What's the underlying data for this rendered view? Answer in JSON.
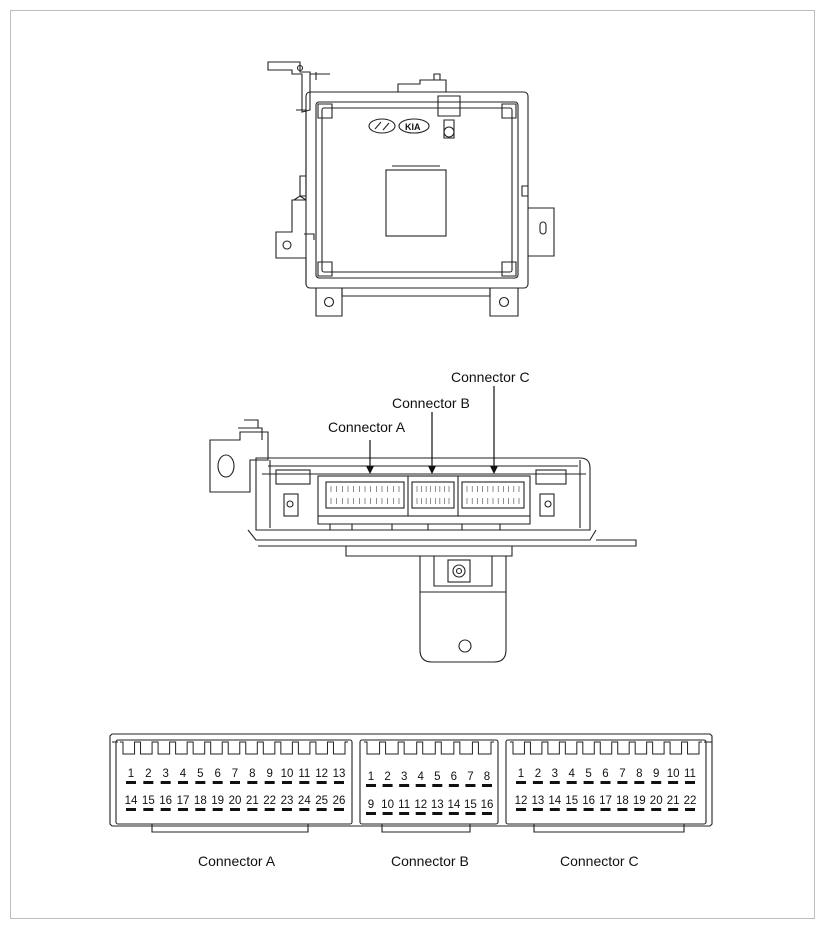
{
  "top_callouts": {
    "connector_a": "Connector A",
    "connector_b": "Connector B",
    "connector_c": "Connector C"
  },
  "bottom_labels": {
    "connector_a": "Connector A",
    "connector_b": "Connector B",
    "connector_c": "Connector C"
  },
  "connector_a": {
    "row1": [
      "1",
      "2",
      "3",
      "4",
      "5",
      "6",
      "7",
      "8",
      "9",
      "10",
      "11",
      "12",
      "13"
    ],
    "row2": [
      "14",
      "15",
      "16",
      "17",
      "18",
      "19",
      "20",
      "21",
      "22",
      "23",
      "24",
      "25",
      "26"
    ]
  },
  "connector_b": {
    "row1": [
      "1",
      "2",
      "3",
      "4",
      "5",
      "6",
      "7",
      "8"
    ],
    "row2": [
      "9",
      "10",
      "11",
      "12",
      "13",
      "14",
      "15",
      "16"
    ]
  },
  "connector_c": {
    "row1": [
      "1",
      "2",
      "3",
      "4",
      "5",
      "6",
      "7",
      "8",
      "9",
      "10",
      "11"
    ],
    "row2": [
      "12",
      "13",
      "14",
      "15",
      "16",
      "17",
      "18",
      "19",
      "20",
      "21",
      "22"
    ]
  }
}
